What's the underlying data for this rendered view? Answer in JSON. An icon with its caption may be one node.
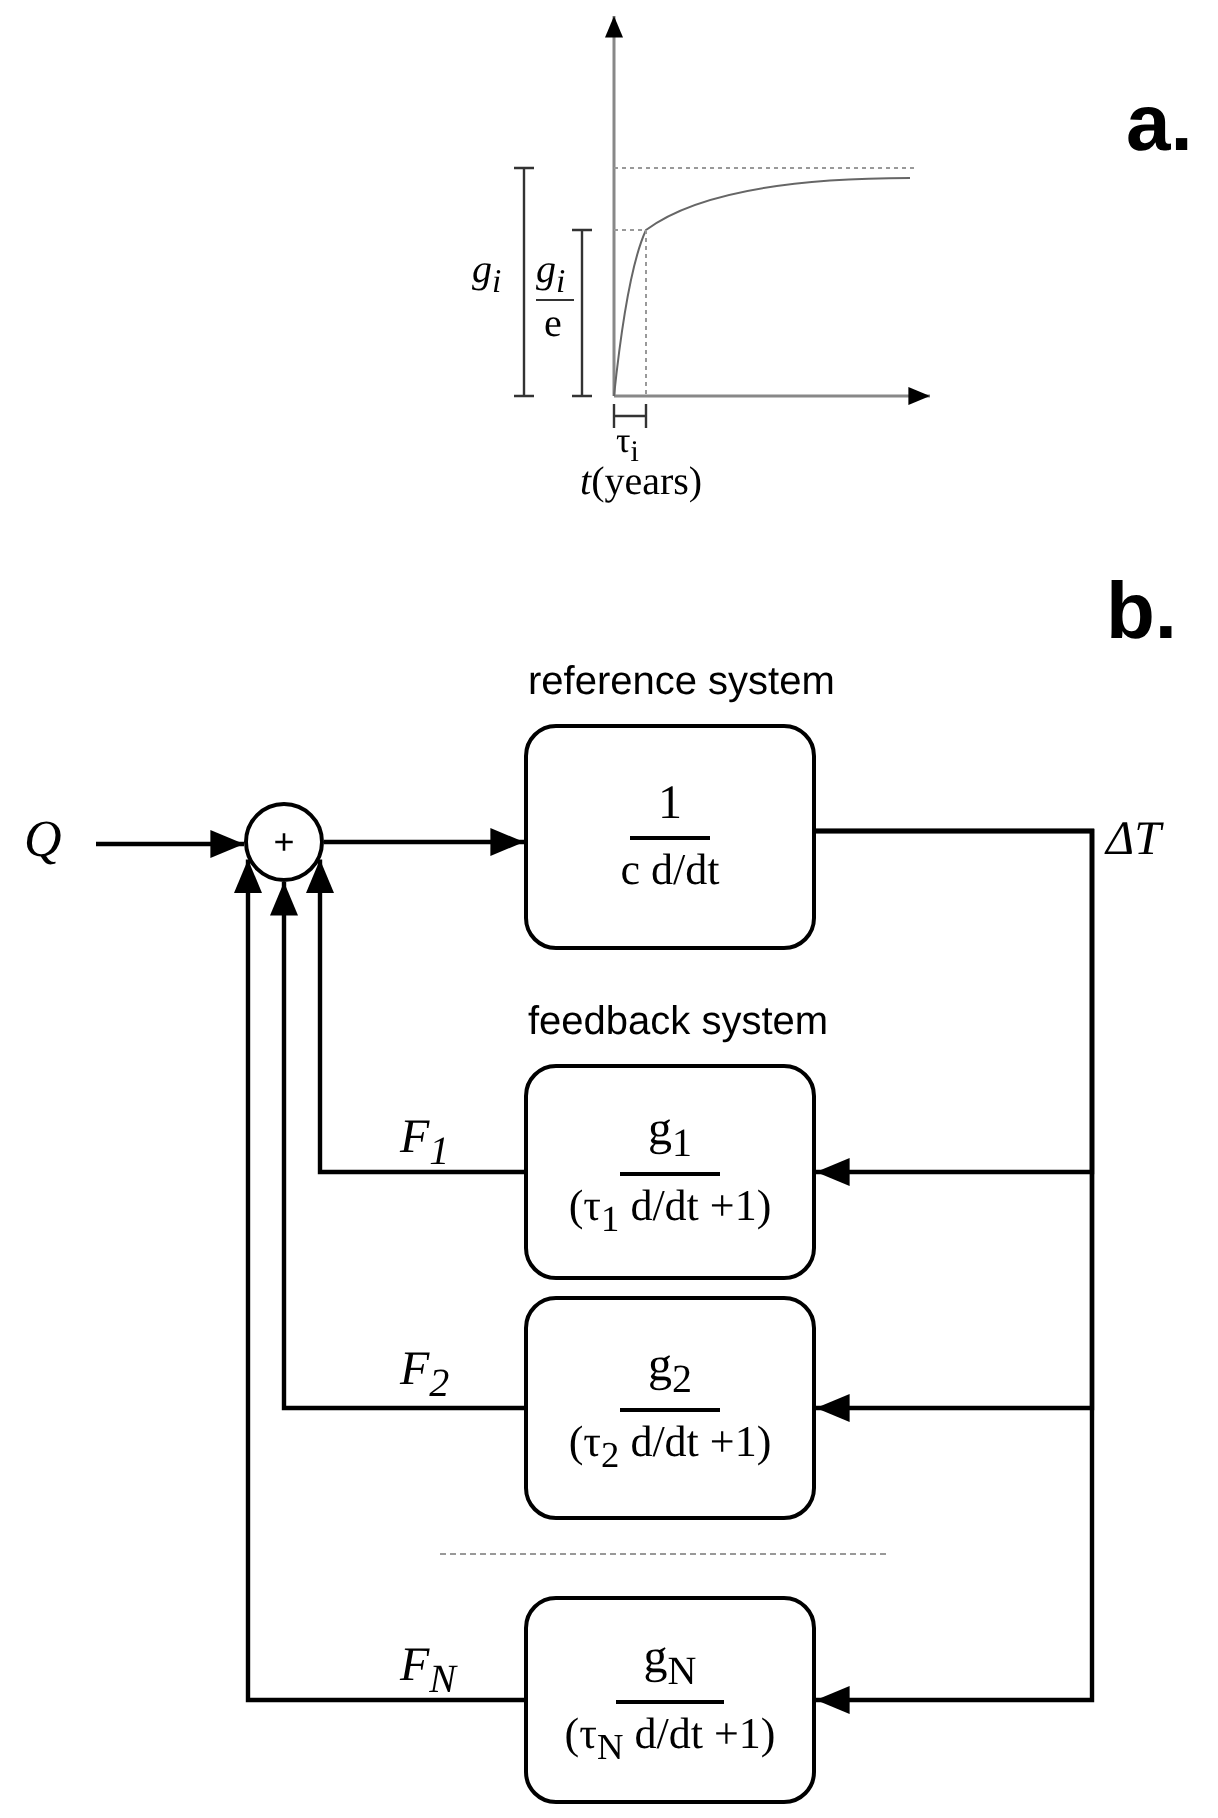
{
  "diagram": {
    "nodes": [
      {
        "text": [
          "Q"
        ]
      },
      {
        "text": [
          "+"
        ]
      },
      {
        "text": [
          "reference system",
          "1",
          "c d/dt"
        ]
      },
      {
        "text": [
          "feedback system",
          "g$_{1}$",
          "(τ$_{1}$ d/dt +1)"
        ]
      },
      {
        "text": [
          "g$_{2}$",
          "(τ$_{2}$ d/dt +1)"
        ]
      },
      {
        "text": [
          "g$_{N}$",
          "(τ$_{N}$ d/dt +1)"
        ]
      }
    ],
    "edges": [
      {
        "from": 0,
        "to": 1,
        "arrow": "to"
      },
      {
        "from": 1,
        "to": 2,
        "arrow": "to"
      },
      {
        "from": 2,
        "to": 3,
        "arrow": "to"
      },
      {
        "from": 2,
        "to": 4,
        "arrow": "to"
      },
      {
        "from": 2,
        "to": 5,
        "arrow": "to"
      },
      {
        "from": 3,
        "to": 1,
        "arrow": "to",
        "label": "F$_{1}$"
      },
      {
        "from": 4,
        "to": 1,
        "arrow": "to",
        "label": "F$_{2}$"
      },
      {
        "from": 5,
        "to": 1,
        "arrow": "to",
        "label": "F$_{N}$"
      }
    ],
    "labels": [
      "a.",
      "g$_{i}$",
      "g$_{i}$",
      "e",
      "τ$_{i}$",
      "*t*(years)",
      "b.",
      "ΔT"
    ]
  }
}
